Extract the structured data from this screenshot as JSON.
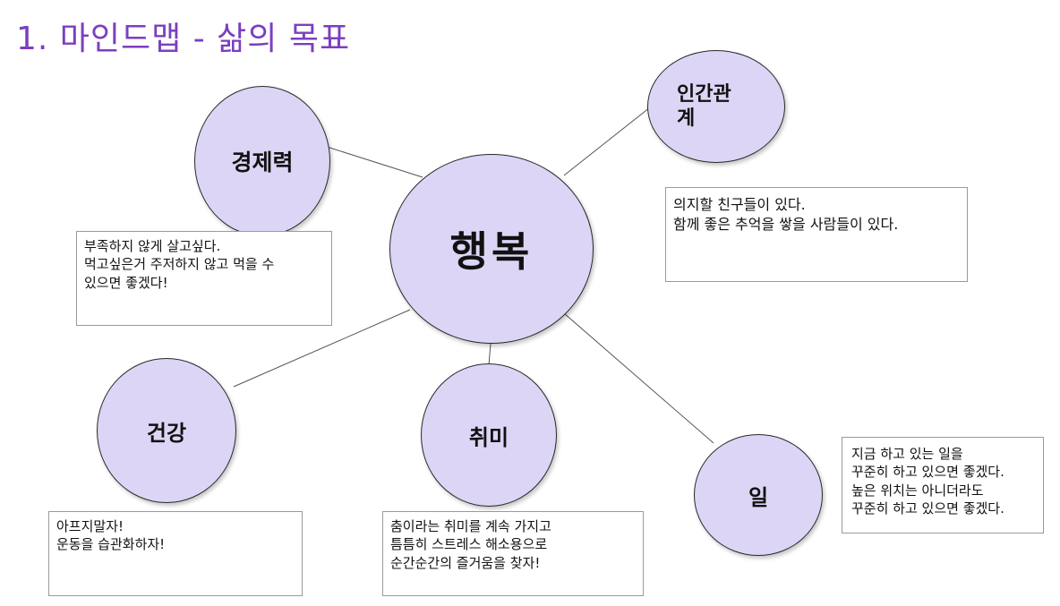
{
  "title": "1. 마인드맵 - 삶의 목표",
  "colors": {
    "title": "#7b3fbf",
    "node_fill": "#ddd5f5",
    "node_border": "#2a2a2a",
    "line": "#555555"
  },
  "center": {
    "label": "행복"
  },
  "branches": {
    "economy": {
      "label": "경제력",
      "note": [
        "부족하지 않게 살고싶다.",
        "먹고싶은거 주저하지 않고 먹을 수",
        "있으면 좋겠다!"
      ]
    },
    "relationships": {
      "label": "인간관\n계",
      "note": [
        "의지할 친구들이 있다.",
        "함께 좋은 추억을 쌓을 사람들이 있다."
      ]
    },
    "health": {
      "label": "건강",
      "note": [
        "아프지말자!",
        "운동을 습관화하자!"
      ]
    },
    "hobby": {
      "label": "취미",
      "note": [
        "춤이라는 취미를 계속 가지고",
        "틈틈히 스트레스 해소용으로",
        "순간순간의 즐거움을 찾자!"
      ]
    },
    "work": {
      "label": "일",
      "note": [
        "지금 하고 있는 일을",
        "꾸준히 하고 있으면 좋겠다.",
        "높은 위치는 아니더라도",
        "꾸준히 하고 있으면 좋겠다."
      ]
    }
  }
}
